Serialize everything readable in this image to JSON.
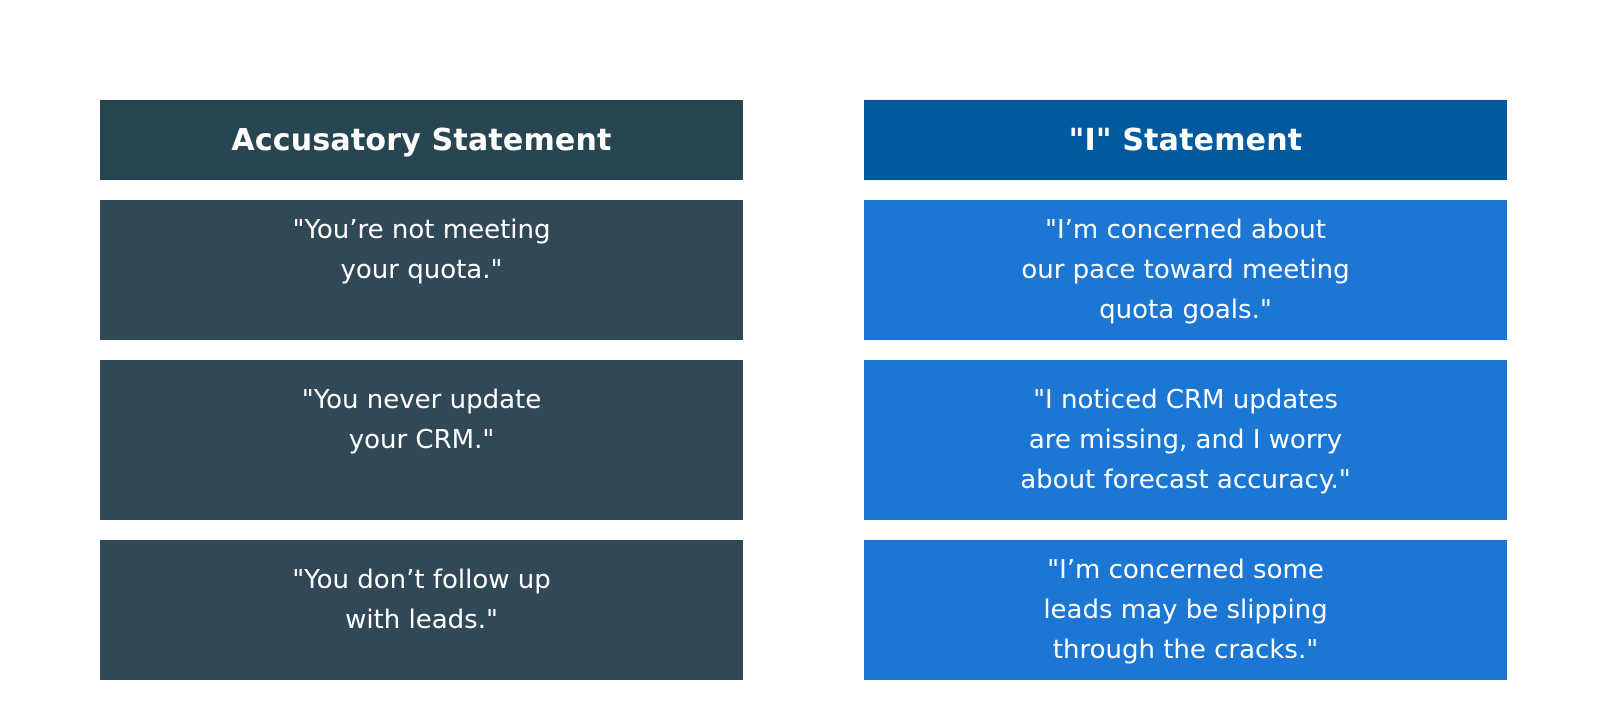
{
  "colors": {
    "left_header": "#284651",
    "left_cell": "#314857",
    "right_header": "#025A9E",
    "right_cell": "#1C76D4"
  },
  "left": {
    "header": "Accusatory Statement",
    "rows": [
      {
        "lines": [
          "\"You’re not meeting",
          "your quota.\""
        ]
      },
      {
        "lines": [
          "\"You never update",
          "your CRM.\""
        ]
      },
      {
        "lines": [
          "\"You don’t follow up",
          "with leads.\""
        ]
      }
    ]
  },
  "right": {
    "header": "\"I\" Statement",
    "rows": [
      {
        "lines": [
          "\"I’m concerned about",
          "our pace toward meeting",
          "quota goals.\""
        ]
      },
      {
        "lines": [
          "\"I noticed CRM updates",
          "are missing, and I worry",
          "about forecast accuracy.\""
        ]
      },
      {
        "lines": [
          "\"I’m concerned some",
          "leads may be slipping",
          "through the cracks.\""
        ]
      }
    ]
  }
}
